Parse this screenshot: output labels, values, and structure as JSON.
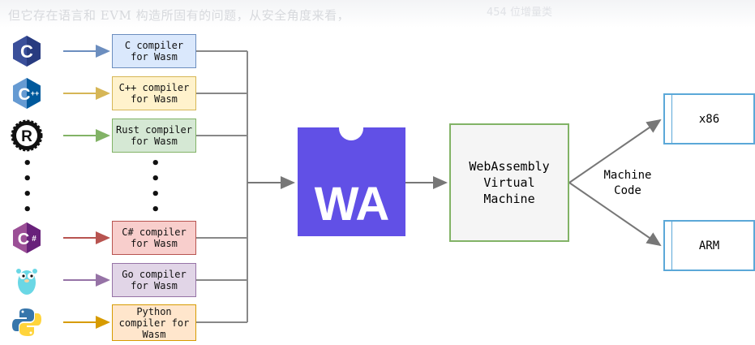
{
  "header": {
    "left_text": "但它存在语言和 EVM 构造所固有的问题，从安全角度来看，",
    "right_text": "454 位增量类"
  },
  "languages": [
    {
      "name": "C",
      "icon": "c-language-icon",
      "glyph": "C",
      "compiler": "C compiler\nfor Wasm",
      "box_color": "#dae8fc",
      "border_color": "#6c8ebf",
      "arrow_color": "#6c8ebf"
    },
    {
      "name": "C++",
      "icon": "cpp-language-icon",
      "glyph": "C++",
      "compiler": "C++ compiler\nfor Wasm",
      "box_color": "#fff2cc",
      "border_color": "#d6b656",
      "arrow_color": "#d6b656"
    },
    {
      "name": "Rust",
      "icon": "rust-language-icon",
      "glyph": "R",
      "compiler": "Rust compiler\nfor Wasm",
      "box_color": "#d5e8d4",
      "border_color": "#82b366",
      "arrow_color": "#82b366"
    },
    {
      "name": "C#",
      "icon": "csharp-language-icon",
      "glyph": "C#",
      "compiler": "C# compiler\nfor Wasm",
      "box_color": "#f8cecc",
      "border_color": "#b85450",
      "arrow_color": "#b85450"
    },
    {
      "name": "Go",
      "icon": "go-gopher-icon",
      "glyph": "Go",
      "compiler": "Go compiler\nfor Wasm",
      "box_color": "#e1d5e7",
      "border_color": "#9673a6",
      "arrow_color": "#9673a6"
    },
    {
      "name": "Python",
      "icon": "python-language-icon",
      "glyph": "Py",
      "compiler": "Python\ncompiler for\nWasm",
      "box_color": "#ffe6cc",
      "border_color": "#d79b00",
      "arrow_color": "#d79b00"
    }
  ],
  "ellipsis": "•\n•\n•\n•",
  "wasm_logo": {
    "text": "WA",
    "color": "#654ff0"
  },
  "virtual_machine": {
    "label": "WebAssembly\nVirtual\nMachine"
  },
  "machine_code_label": "Machine\nCode",
  "targets": [
    {
      "label": "x86"
    },
    {
      "label": "ARM"
    }
  ]
}
